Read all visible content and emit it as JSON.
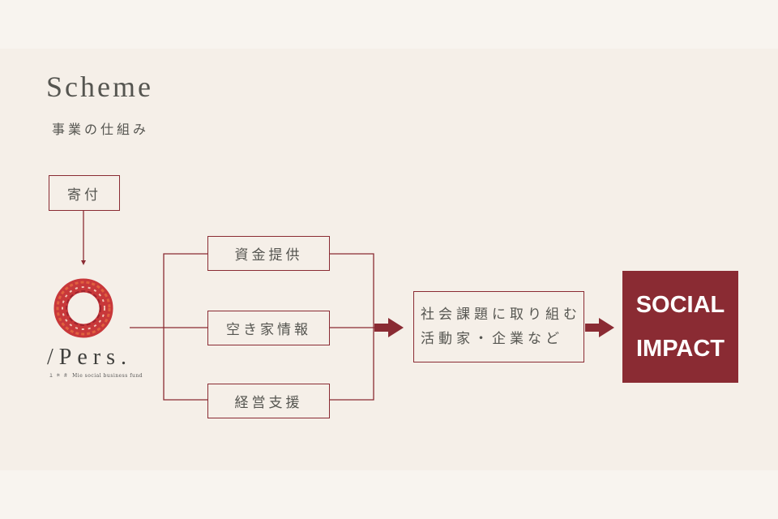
{
  "header": {
    "title": "Scheme",
    "subtitle": "事業の仕組み"
  },
  "donation": {
    "label": "寄付"
  },
  "logo": {
    "name": "/Pers.",
    "tagline": "Mie social business fund",
    "tagline_prefix": "１ ＊ ＃"
  },
  "services": [
    {
      "label": "資金提供"
    },
    {
      "label": "空き家情報"
    },
    {
      "label": "経営支援"
    }
  ],
  "target": {
    "line1": "社会課題に取り組む",
    "line2": "活動家・企業など"
  },
  "impact": {
    "line1": "SOCIAL",
    "line2": "IMPACT"
  },
  "colors": {
    "accent": "#8a2b33",
    "background": "#f5efe8",
    "text": "#555550"
  }
}
